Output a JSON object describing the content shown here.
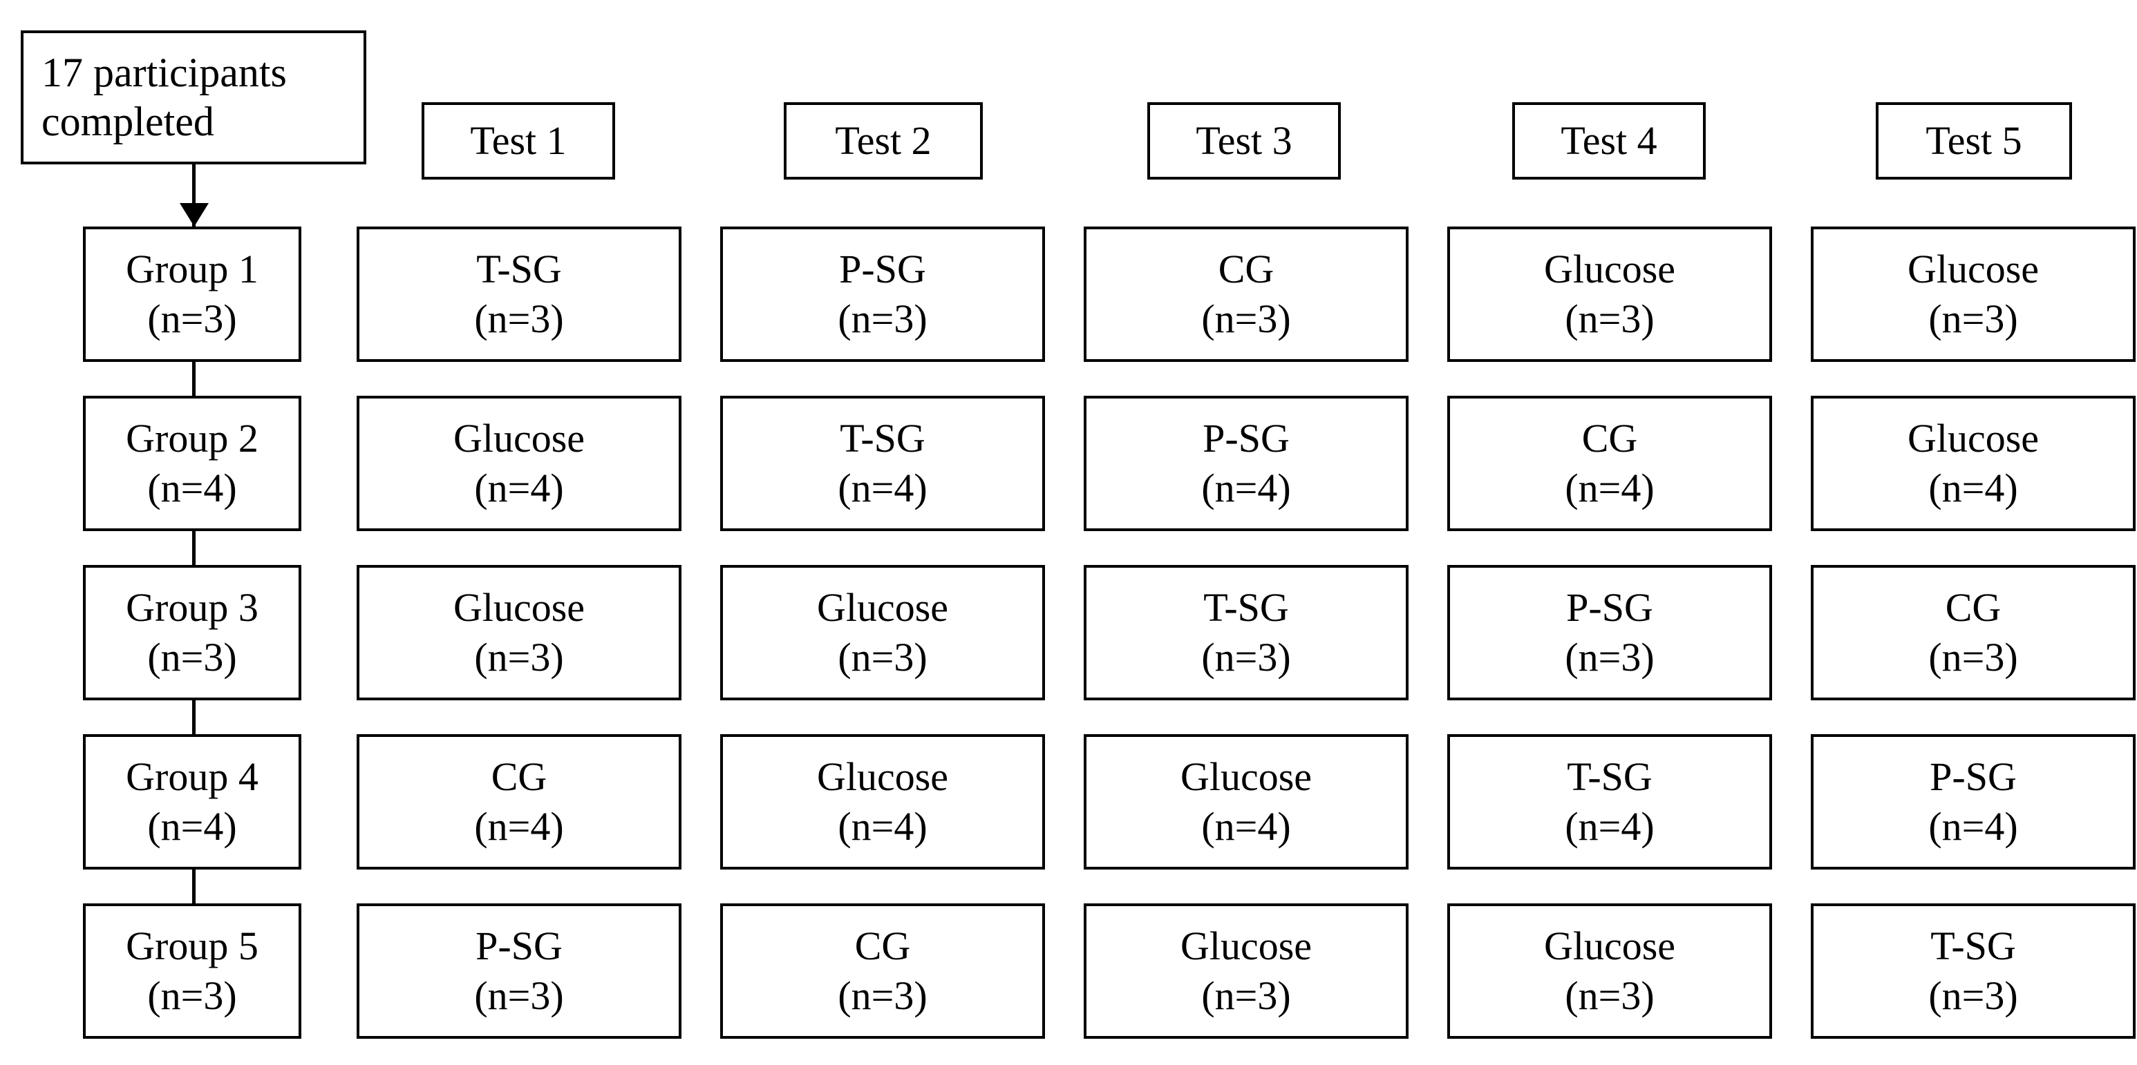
{
  "source": {
    "line1": "17 participants",
    "line2": "completed"
  },
  "test_headers": [
    {
      "label": "Test 1"
    },
    {
      "label": "Test 2"
    },
    {
      "label": "Test 3"
    },
    {
      "label": "Test 4"
    },
    {
      "label": "Test 5"
    }
  ],
  "groups": [
    {
      "name": "Group 1",
      "n": "(n=3)"
    },
    {
      "name": "Group 2",
      "n": "(n=4)"
    },
    {
      "name": "Group 3",
      "n": "(n=3)"
    },
    {
      "name": "Group 4",
      "n": "(n=4)"
    },
    {
      "name": "Group 5",
      "n": "(n=3)"
    }
  ],
  "rows": [
    {
      "cells": [
        {
          "treatment": "T-SG",
          "n": "(n=3)"
        },
        {
          "treatment": "P-SG",
          "n": "(n=3)"
        },
        {
          "treatment": "CG",
          "n": "(n=3)"
        },
        {
          "treatment": "Glucose",
          "n": "(n=3)"
        },
        {
          "treatment": "Glucose",
          "n": "(n=3)"
        }
      ]
    },
    {
      "cells": [
        {
          "treatment": "Glucose",
          "n": "(n=4)"
        },
        {
          "treatment": "T-SG",
          "n": "(n=4)"
        },
        {
          "treatment": "P-SG",
          "n": "(n=4)"
        },
        {
          "treatment": "CG",
          "n": "(n=4)"
        },
        {
          "treatment": "Glucose",
          "n": "(n=4)"
        }
      ]
    },
    {
      "cells": [
        {
          "treatment": "Glucose",
          "n": "(n=3)"
        },
        {
          "treatment": "Glucose",
          "n": "(n=3)"
        },
        {
          "treatment": "T-SG",
          "n": "(n=3)"
        },
        {
          "treatment": "P-SG",
          "n": "(n=3)"
        },
        {
          "treatment": "CG",
          "n": "(n=3)"
        }
      ]
    },
    {
      "cells": [
        {
          "treatment": "CG",
          "n": "(n=4)"
        },
        {
          "treatment": "Glucose",
          "n": "(n=4)"
        },
        {
          "treatment": "Glucose",
          "n": "(n=4)"
        },
        {
          "treatment": "T-SG",
          "n": "(n=4)"
        },
        {
          "treatment": "P-SG",
          "n": "(n=4)"
        }
      ]
    },
    {
      "cells": [
        {
          "treatment": "P-SG",
          "n": "(n=3)"
        },
        {
          "treatment": "CG",
          "n": "(n=3)"
        },
        {
          "treatment": "Glucose",
          "n": "(n=3)"
        },
        {
          "treatment": "Glucose",
          "n": "(n=3)"
        },
        {
          "treatment": "T-SG",
          "n": "(n=3)"
        }
      ]
    }
  ],
  "colors": {
    "stroke": "#000000",
    "background": "#ffffff",
    "text": "#000000"
  }
}
